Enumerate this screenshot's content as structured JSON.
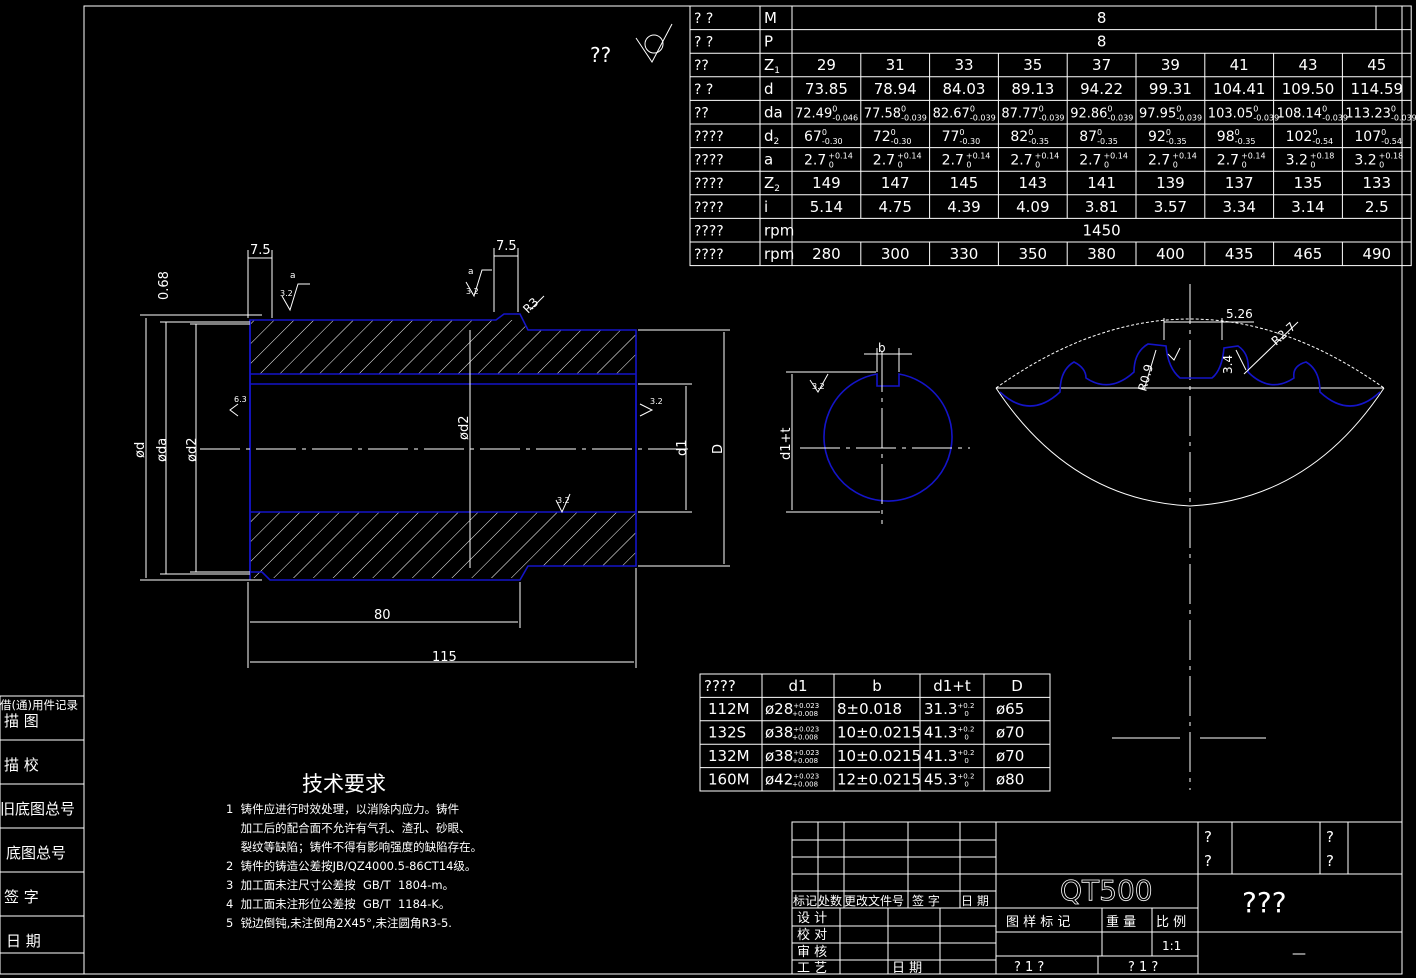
{
  "gear_table": {
    "rows": [
      {
        "name": "? ?",
        "sym": "M",
        "merged": "8"
      },
      {
        "name": "? ?",
        "sym": "P",
        "merged": "8"
      },
      {
        "name": "??",
        "sym": "Z1",
        "vals": [
          "29",
          "31",
          "33",
          "35",
          "37",
          "39",
          "41",
          "43",
          "45"
        ]
      },
      {
        "name": "? ?",
        "sym": "d",
        "vals": [
          "73.85",
          "78.94",
          "84.03",
          "89.13",
          "94.22",
          "99.31",
          "104.41",
          "109.50",
          "114.59"
        ]
      },
      {
        "name": "??",
        "sym": "da",
        "vals": [
          "72.49",
          "77.58",
          "82.67",
          "87.77",
          "92.86",
          "97.95",
          "103.05",
          "108.14",
          "113.23"
        ],
        "tols": [
          "-0.046",
          "-0.039",
          "-0.039",
          "-0.039",
          "-0.039",
          "-0.039",
          "-0.039",
          "-0.039",
          "-0.039"
        ]
      },
      {
        "name": "????",
        "sym": "d2",
        "vals": [
          "67",
          "72",
          "77",
          "82",
          "87",
          "92",
          "98",
          "102",
          "107"
        ],
        "tols": [
          "-0.30",
          "-0.30",
          "-0.30",
          "-0.35",
          "-0.35",
          "-0.35",
          "-0.35",
          "-0.54",
          "-0.54"
        ]
      },
      {
        "name": "????",
        "sym": "a",
        "vals": [
          "2.7",
          "2.7",
          "2.7",
          "2.7",
          "2.7",
          "2.7",
          "2.7",
          "3.2",
          "3.2"
        ],
        "tols": [
          "+0.14",
          "+0.14",
          "+0.14",
          "+0.14",
          "+0.14",
          "+0.14",
          "+0.14",
          "+0.18",
          "+0.18"
        ]
      },
      {
        "name": "????",
        "sym": "Z2",
        "vals": [
          "149",
          "147",
          "145",
          "143",
          "141",
          "139",
          "137",
          "135",
          "133"
        ]
      },
      {
        "name": "????",
        "sym": "i",
        "vals": [
          "5.14",
          "4.75",
          "4.39",
          "4.09",
          "3.81",
          "3.57",
          "3.34",
          "3.14",
          "2.5"
        ]
      },
      {
        "name": "????",
        "sym": "rpm",
        "merged": "1450"
      },
      {
        "name": "????",
        "sym": "rpm",
        "vals": [
          "280",
          "300",
          "330",
          "350",
          "380",
          "400",
          "435",
          "465",
          "490"
        ]
      }
    ]
  },
  "motor_table": {
    "headers": [
      "????",
      "d1",
      "b",
      "d1+t",
      "D"
    ],
    "rows": [
      [
        "112M",
        "ø28",
        "8±0.018",
        "31.3",
        "ø65"
      ],
      [
        "132S",
        "ø38",
        "10±0.0215",
        "41.3",
        "ø70"
      ],
      [
        "132M",
        "ø38",
        "10±0.0215",
        "41.3",
        "ø70"
      ],
      [
        "160M",
        "ø42",
        "12±0.0215",
        "45.3",
        "ø80"
      ]
    ],
    "d1_tol": "+0.023/+0.008",
    "t_tol": "+0.2/0"
  },
  "tech_req": {
    "title": "技术要求",
    "lines": [
      "1  铸件应进行时效处理，以消除内应力。铸件",
      "    加工后的配合面不允许有气孔、渣孔、砂眼、",
      "    裂纹等缺陷；铸件不得有影响强度的缺陷存在。",
      "2  铸件的铸造公差按JB/QZ4000.5-86CT14级。",
      "3  加工面未注尺寸公差按  GB/T  1804-m。",
      "4  加工面未注形位公差按  GB/T  1184-K。",
      "5  锐边倒钝,未注倒角2X45°,未注圆角R3-5."
    ]
  },
  "left_strip": {
    "items": [
      "借(通)用件记录",
      "描    图",
      "描    校",
      "旧底图总号",
      "底图总号",
      "签    字",
      "日    期"
    ]
  },
  "title_block": {
    "material": "QT500",
    "name": "???",
    "marker": "—",
    "q1": "?",
    "q2": "?",
    "q3": "?",
    "q4": "?",
    "rev_headers": [
      "标记",
      "处数",
      "更改文件号",
      "签  字",
      "日 期"
    ],
    "roles": [
      "设 计",
      "校 对",
      "审 核",
      "工 艺"
    ],
    "date_label": "日 期",
    "block_labels": [
      "图 样 标 记",
      "重 量",
      "比 例"
    ],
    "scale": "1:1",
    "sheet1": "? 1 ?",
    "sheet2": "? 1 ?"
  },
  "annotations": {
    "roughness_other": "??",
    "dims": {
      "len80": "80",
      "len115": "115",
      "ch1": "7.5",
      "ch2": "7.5",
      "r3": "R3",
      "g068": "0.68",
      "d": "ød",
      "da": "øda",
      "d2": "ød2",
      "d2c": "ød2",
      "d1": "d1",
      "D": "D",
      "b": "b",
      "d1t": "d1+t",
      "w526": "5.26",
      "r27": "R2.7",
      "r09": "R0.9",
      "h34": "3.4"
    },
    "roughness": {
      "r32": "3.2",
      "r63": "6.3",
      "ra": "a"
    }
  }
}
